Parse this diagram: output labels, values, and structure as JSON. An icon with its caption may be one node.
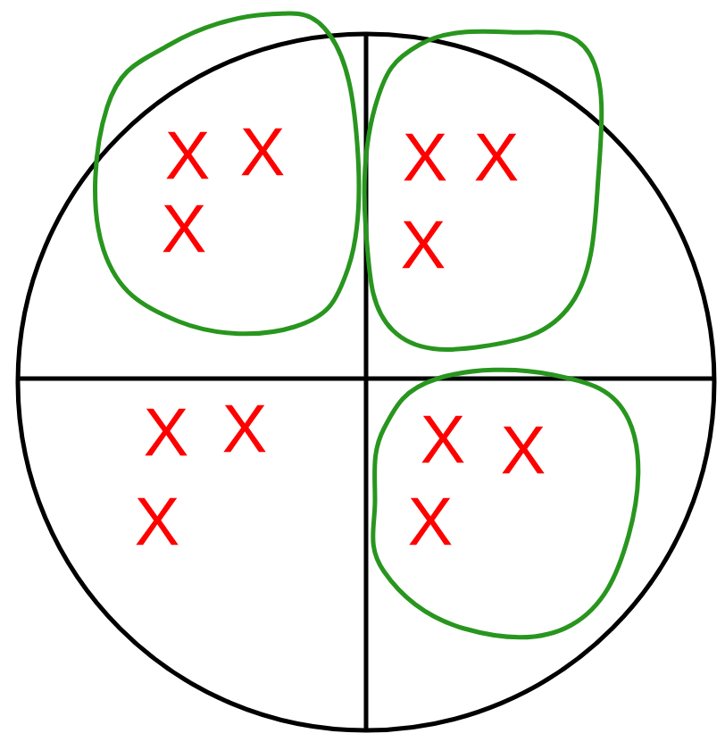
{
  "diagram": {
    "labels": [
      "X",
      "X",
      "X",
      "X",
      "X",
      "X",
      "X",
      "X",
      "X",
      "X",
      "X",
      "X"
    ]
  }
}
